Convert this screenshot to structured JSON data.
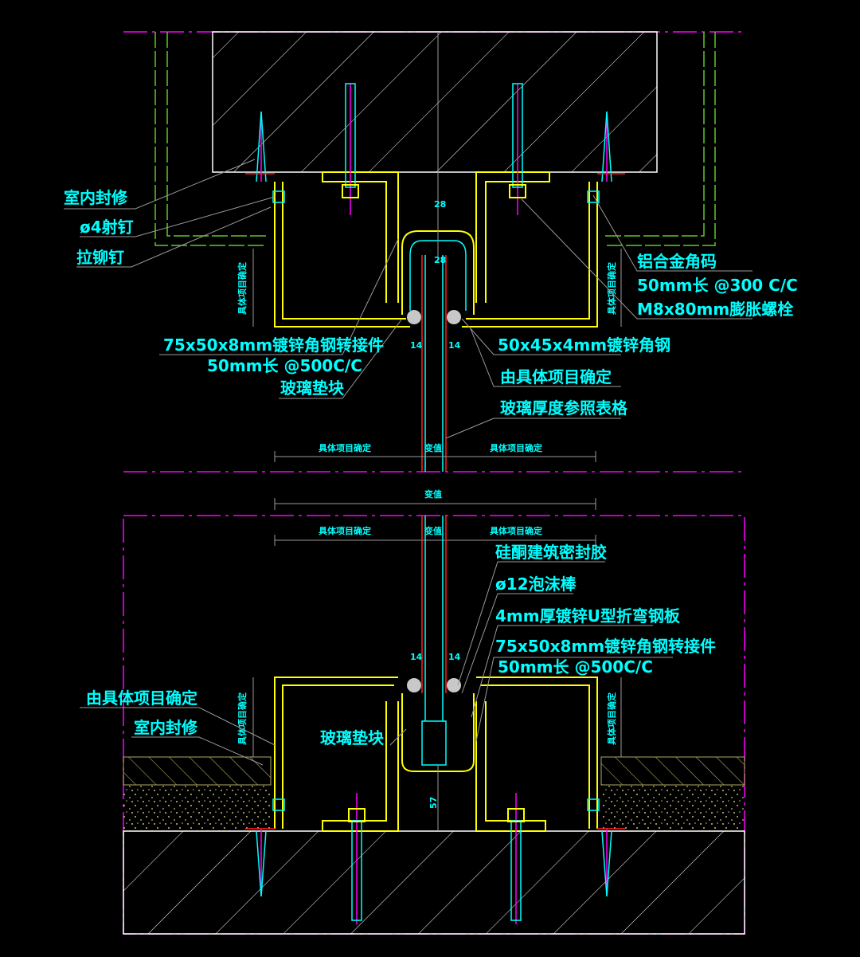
{
  "top_section": {
    "labels": {
      "interior_finish": "室内封修",
      "shot_nail": "ø4射钉",
      "rivet": "拉铆钉",
      "aluminum_angle": "铝合金角码",
      "aluminum_angle_spec": "50mm长 @300 C/C",
      "expansion_bolt": "M8x80mm膨胀螺栓",
      "steel_connector": "75x50x8mm镀锌角钢转接件",
      "steel_connector_spec": "50mm长 @500C/C",
      "glass_pad": "玻璃垫块",
      "steel_angle": "50x45x4mm镀锌角钢",
      "project_specific": "由具体项目确定",
      "glass_thickness": "玻璃厚度参照表格"
    },
    "dimensions": {
      "left_width": "具体项目确定",
      "right_width": "具体项目确定",
      "glass": "变值",
      "gap_left": "14",
      "gap_right": "14",
      "upper_28": "28",
      "lower_28": "28",
      "vertical_left": "具体项目确定",
      "vertical_right": "具体项目确定"
    }
  },
  "bottom_section": {
    "labels": {
      "sealant": "硅酮建筑密封胶",
      "foam_rod": "ø12泡沫棒",
      "u_plate": "4mm厚镀锌U型折弯钢板",
      "steel_connector": "75x50x8mm镀锌角钢转接件",
      "steel_connector_spec": "50mm长 @500C/C",
      "project_specific": "由具体项目确定",
      "interior_finish": "室内封修",
      "glass_pad": "玻璃垫块"
    },
    "dimensions": {
      "overall": "变值",
      "left_width": "具体项目确定",
      "right_width": "具体项目确定",
      "glass": "变值",
      "gap_left": "14",
      "gap_right": "14",
      "depth": "57",
      "vertical_left": "具体项目确定",
      "vertical_right": "具体项目确定"
    }
  },
  "colors": {
    "text": "#00ffff",
    "steel": "#ffff00",
    "centerline": "#ff00ff",
    "dimension": "#9a9a9a",
    "finish": "#5fc82a"
  }
}
